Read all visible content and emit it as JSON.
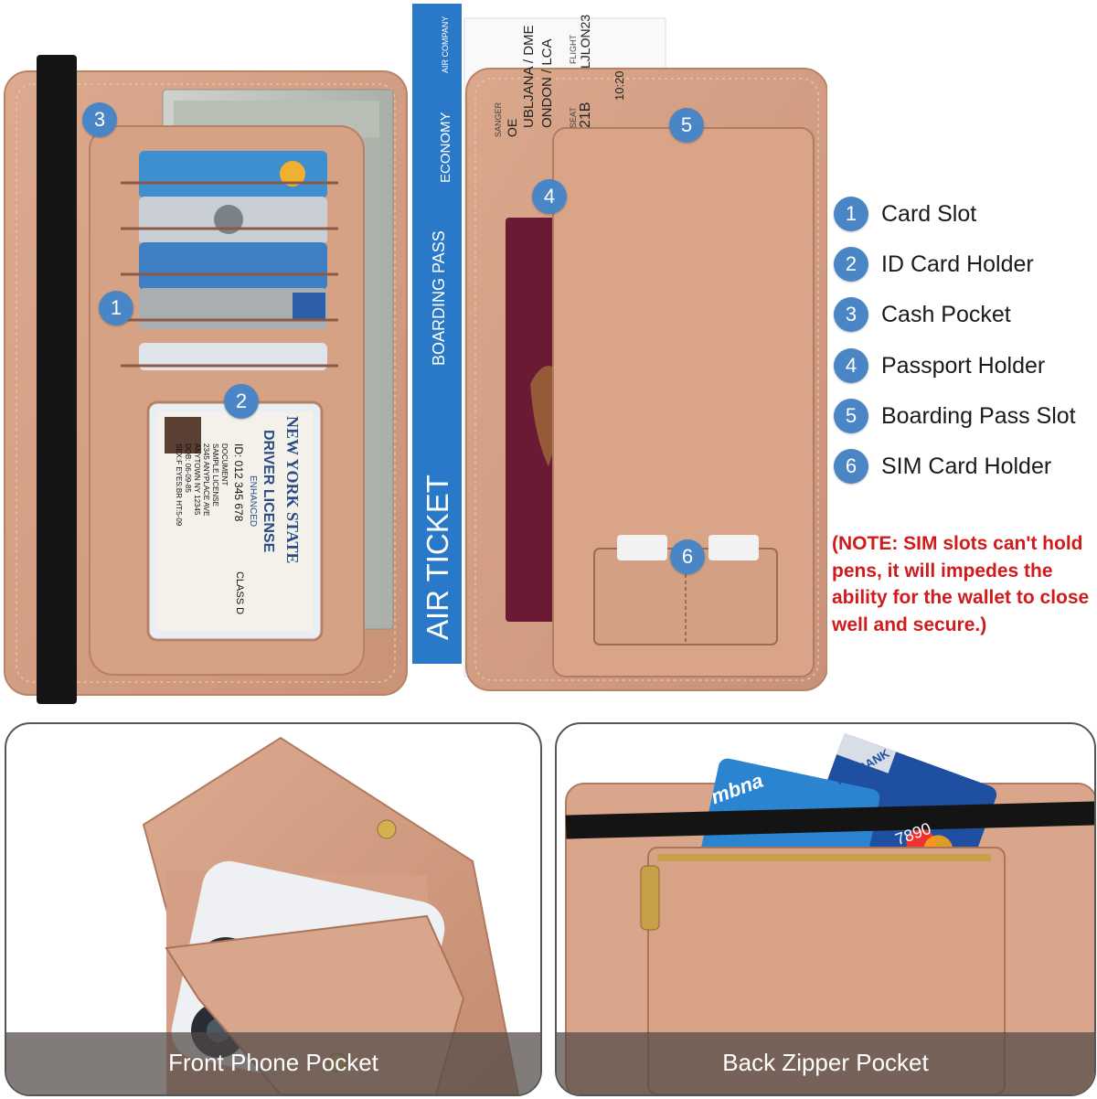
{
  "badges": {
    "b1": "1",
    "b2": "2",
    "b3": "3",
    "b4": "4",
    "b5": "5",
    "b6": "6"
  },
  "legend": [
    {
      "num": "1",
      "label": "Card Slot"
    },
    {
      "num": "2",
      "label": "ID Card Holder"
    },
    {
      "num": "3",
      "label": "Cash Pocket"
    },
    {
      "num": "4",
      "label": "Passport Holder"
    },
    {
      "num": "5",
      "label": "Boarding Pass Slot"
    },
    {
      "num": "6",
      "label": "SIM Card Holder"
    }
  ],
  "note": "(NOTE: SIM slots can't hold pens, it will impedes the ability for the wallet to close well and secure.)",
  "ticket": {
    "company": "AIR COMPANY",
    "economy": "ECONOMY",
    "boarding": "BOARDING PASS",
    "air": "AIR TICKET",
    "route1": "UBLJANA / DME",
    "route2": "ONDON / LCA",
    "seat": "21B",
    "seat_label": "SEAT",
    "flight": "LJLON23",
    "flight_label": "FLIGHT",
    "time": "10:20",
    "passenger": "SANGER",
    "name": "OE"
  },
  "license": {
    "state": "NEW YORK STATE",
    "title": "DRIVER LICENSE",
    "enhanced": "ENHANCED",
    "id": "ID: 012 345 678",
    "class": "CLASS D",
    "lines": [
      "DOCUMENT",
      "SAMPLE LICENSE",
      "2345 ANYPLACE AVE",
      "ANYTOWN NY 12345",
      "DOB: 06-09-85",
      "SEX:F EYES:BR HT:5-09"
    ]
  },
  "card_brand": "mbna",
  "card_number": "7890",
  "bank_card": "YES BANK",
  "panels": {
    "front": "Front Phone Pocket",
    "back": "Back Zipper Pocket"
  },
  "colors": {
    "leather": "#d9a58a",
    "badge": "#4a86c5",
    "note": "#d11b1b",
    "ticket": "#2a78c8",
    "passport": "#6b1a35"
  }
}
